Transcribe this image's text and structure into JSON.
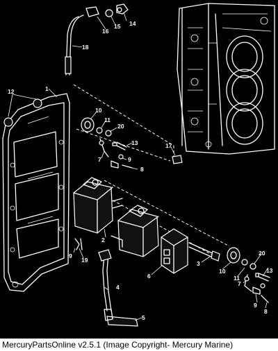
{
  "footer": {
    "caption": "MercuryPartsOnline v2.5.1 (Image Copyright- Mercury Marine)"
  },
  "callouts": [
    "1",
    "2",
    "3",
    "4",
    "5",
    "6",
    "7",
    "8",
    "9",
    "10",
    "11",
    "12",
    "13",
    "14",
    "15",
    "16",
    "17",
    "18",
    "19",
    "20"
  ],
  "diagram": {
    "figure": "Exploded parts diagram - ignition plate assembly",
    "colors": {
      "background": "#000000",
      "lines": "#ffffff",
      "footer_bg": "#ffffff",
      "footer_text": "#000000"
    }
  }
}
